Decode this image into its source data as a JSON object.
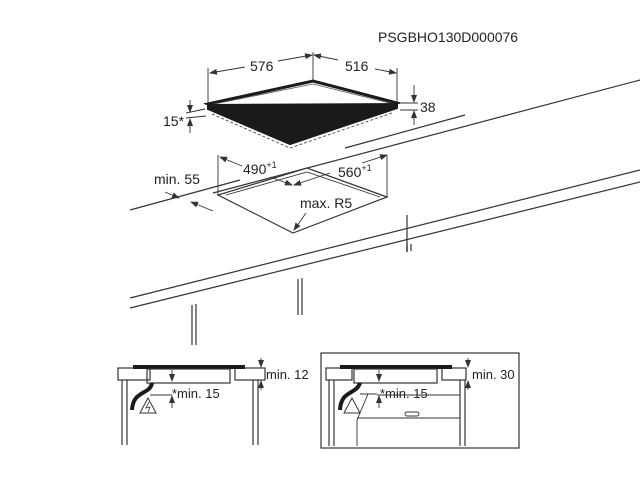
{
  "code": "PSGBHO130D000076",
  "hob": {
    "width": "576",
    "depth": "516",
    "height": "38",
    "edge": "15*"
  },
  "cutout": {
    "width": "490",
    "width_tol": "+1",
    "depth": "560",
    "depth_tol": "+1",
    "min_front": "min. 55",
    "radius": "max. R5"
  },
  "section_left": {
    "top_gap": "min. 12",
    "under_gap": "*min. 15"
  },
  "section_right": {
    "top_gap": "min. 30",
    "under_gap": "*min. 15"
  },
  "colors": {
    "line": "#333333",
    "hob": "#1a1a1a"
  }
}
